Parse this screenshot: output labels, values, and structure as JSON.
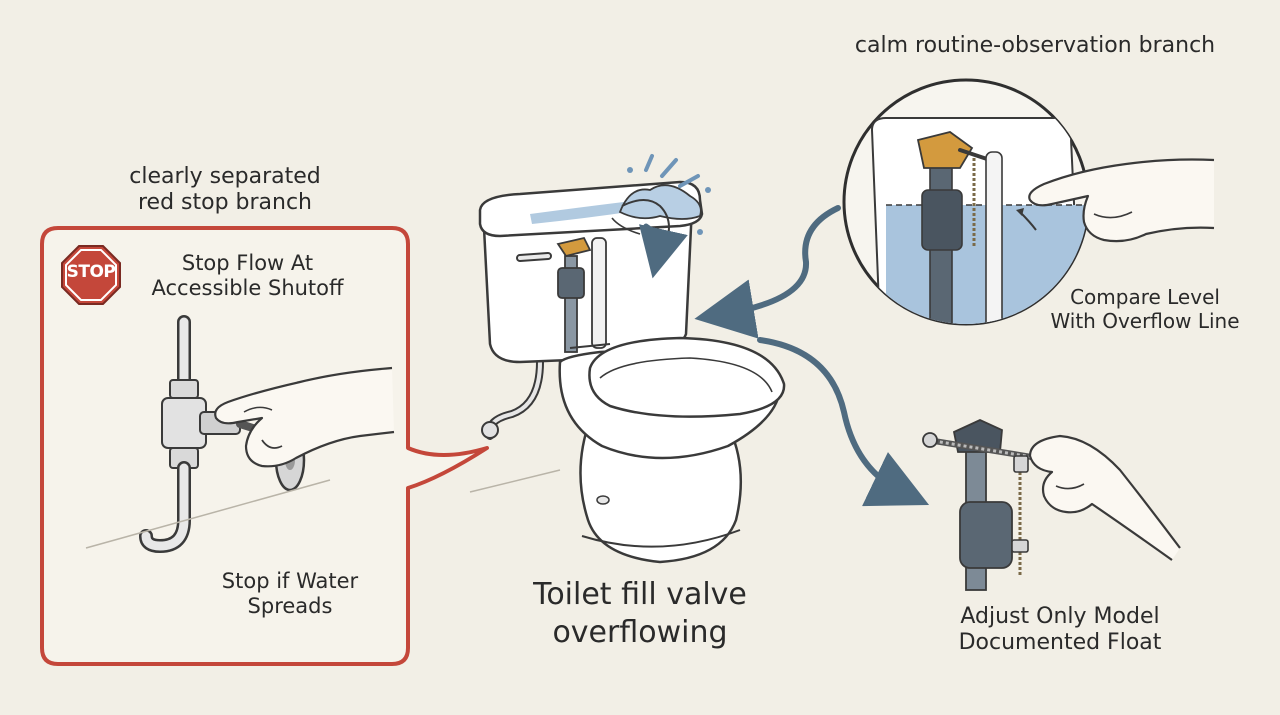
{
  "labels": {
    "red_branch_title": [
      "clearly separated",
      "red stop branch"
    ],
    "calm_branch_title": "calm routine-observation branch",
    "stop_sign_text": "STOP",
    "stop_flow": [
      "Stop Flow At",
      "Accessible Shutoff"
    ],
    "stop_spreads": [
      "Stop if Water",
      "Spreads"
    ],
    "main_title": [
      "Toilet fill valve",
      "overflowing"
    ],
    "compare_level": [
      "Compare Level",
      "With Overflow Line"
    ],
    "adjust_float": [
      "Adjust Only Model",
      "Documented Float"
    ]
  },
  "colors": {
    "background": "#f2efe6",
    "stop_red": "#c4473a",
    "arrow_blue": "#4f6b80",
    "water_blue": "#a9c4dd",
    "valve_brass": "#d39a3e",
    "valve_gray": "#5a6773",
    "porcelain": "#ffffff",
    "outline": "#3a3a3a"
  },
  "icons": [
    "stop-sign-icon",
    "shutoff-valve-icon",
    "hand-icon",
    "toilet-icon",
    "fill-valve-icon",
    "float-adjust-icon",
    "water-splash-icon",
    "flow-arrow-icon"
  ]
}
